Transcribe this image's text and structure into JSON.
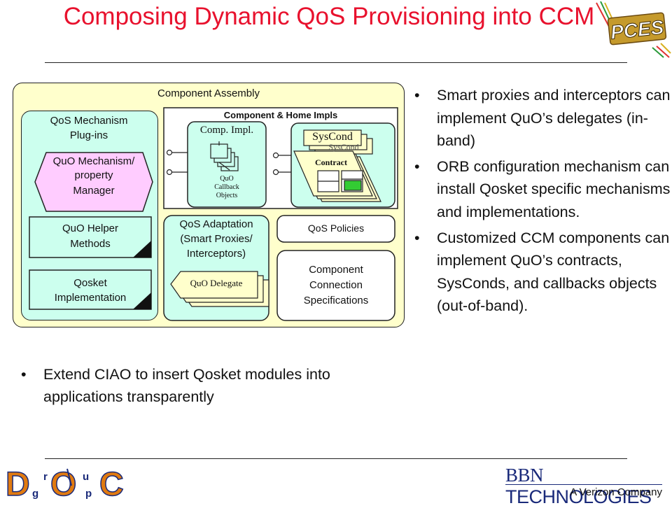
{
  "title": "Composing Dynamic QoS Provisioning into CCM",
  "diagram": {
    "assembly_label": "Component Assembly",
    "mechanism_plugins_label_1": "QoS Mechanism",
    "mechanism_plugins_label_2": "Plug-ins",
    "quo_manager_1": "QuO Mechanism/",
    "quo_manager_2": "property",
    "quo_manager_3": "Manager",
    "helper_1": "QuO Helper",
    "helper_2": "Methods",
    "qosket_impl_1": "Qosket",
    "qosket_impl_2": "Implementation",
    "impls_label": "Component & Home Impls",
    "comp_impl_label": "Comp. Impl.",
    "callback_1": "QuO",
    "callback_2": "Callback",
    "callback_3": "Objects",
    "syscond_label": "SysCond",
    "syscond_back_label": "SysCond",
    "contract_label": "Contract",
    "adaptation_1": "QoS Adaptation",
    "adaptation_2": "(Smart Proxies/",
    "adaptation_3": "Interceptors)",
    "delegate_label": "QuO Delegate",
    "policies_label": "QoS Policies",
    "connection_1": "Component",
    "connection_2": "Connection",
    "connection_3": "Specifications"
  },
  "right_bullets": [
    "Smart proxies and interceptors can implement QuO’s delegates (in-band)",
    "ORB configuration mechanism can install Qosket specific mechanisms and implementations.",
    "Customized CCM components can implement QuO’s contracts, SysConds, and callbacks objects (out-of-band)."
  ],
  "bottom_bullet": "Extend CIAO to insert Qosket modules into applications transparently",
  "logos": {
    "pces_text": "PCES",
    "doc_letters": [
      "D",
      "O",
      "C"
    ],
    "doc_small_letters": [
      "g",
      "r",
      "u",
      "p"
    ],
    "bbn_prefix": "BBN",
    "bbn_suffix": " TECHNOLOGIES",
    "bbn_sub": "A Verizon Company"
  },
  "colors": {
    "title": "#e8112d",
    "assembly_fill": "#ffffcc",
    "panel_fill": "#ccffee",
    "pink_fill": "#ffccff",
    "green_fill": "#33cc33",
    "diagram_text": "#111111",
    "bbn_blue": "#1a2a7a"
  }
}
